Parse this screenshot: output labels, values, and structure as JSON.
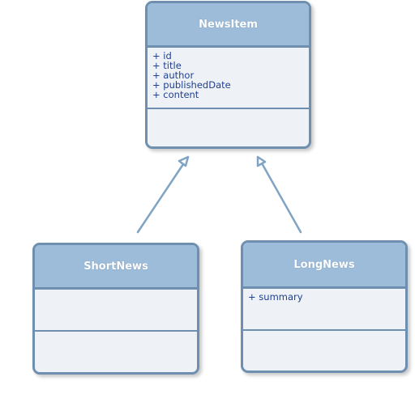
{
  "diagram": {
    "classes": [
      {
        "name": "NewsItem",
        "attributes": [
          "+ id",
          "+ title",
          "+ author",
          "+ publishedDate",
          "+ content"
        ],
        "operations": []
      },
      {
        "name": "ShortNews",
        "attributes": [],
        "operations": []
      },
      {
        "name": "LongNews",
        "attributes": [
          "+ summary"
        ],
        "operations": []
      }
    ],
    "relations": [
      {
        "type": "generalization",
        "from": "ShortNews",
        "to": "NewsItem"
      },
      {
        "type": "generalization",
        "from": "LongNews",
        "to": "NewsItem"
      }
    ],
    "colors": {
      "header_fill": "#9dbcd9",
      "border": "#6f8fb0",
      "body_fill": "#eef2f6",
      "attribute_text": "#1f3f8f",
      "arrow": "#7fa4c4"
    }
  }
}
